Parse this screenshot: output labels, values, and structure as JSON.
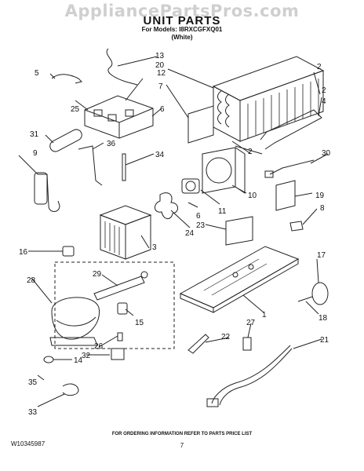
{
  "watermark": "AppliancePartsPros.com",
  "header": {
    "title": "UNIT PARTS",
    "models_line": "For Models: I8RXCGFXQ01",
    "variant": "(White)"
  },
  "footer": {
    "doc_number": "W10345987",
    "note": "FOR ORDERING INFORMATION REFER TO PARTS PRICE LIST",
    "page": "7"
  },
  "callouts": [
    "13",
    "5",
    "12",
    "20",
    "7",
    "25",
    "6",
    "31",
    "36",
    "34",
    "9",
    "2",
    "4",
    "30",
    "10",
    "19",
    "8",
    "11",
    "6",
    "24",
    "23",
    "3",
    "16",
    "17",
    "28",
    "29",
    "15",
    "1",
    "18",
    "22",
    "27",
    "21",
    "26",
    "32",
    "14",
    "35",
    "33",
    "2",
    "2"
  ]
}
